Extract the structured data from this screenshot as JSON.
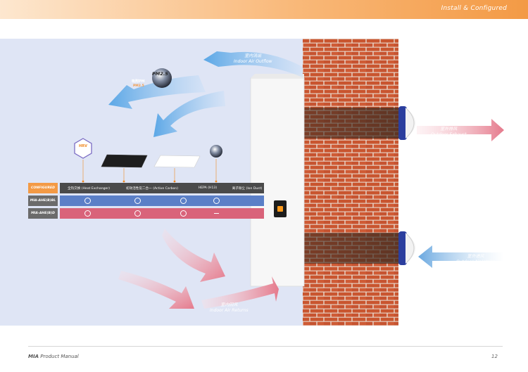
{
  "header": {
    "section_title": "Install & Configured"
  },
  "diagram": {
    "pm_badge": "PM2.5",
    "pm_arrow_cn": "吸附PM",
    "pm_arrow_en": "PM2.5",
    "indoor_outflow": {
      "cn": "室内流出",
      "en": "Indoor Air Outflow"
    },
    "outdoor_exhaust": {
      "cn": "室外排风",
      "en": "Outdoor Exhaust"
    },
    "outdoor_intake": {
      "cn": "室外进风",
      "en": "Outdoor Air Intake"
    },
    "indoor_return": {
      "cn": "室内回风",
      "en": "Indoor Air Returns"
    },
    "hrv_badge": "HRV"
  },
  "config_table": {
    "header_label": "CONFIGURED",
    "columns": [
      "全热交换 (Heat Exchanger)",
      "初效活性炭二合一 (Active Carbon)",
      "HEPA (H13)",
      "离子除尘 (Ion Dust)"
    ],
    "rows": [
      {
        "model": "MIA-AHE(B)BL",
        "marks": [
          "circle",
          "circle",
          "circle",
          "circle"
        ]
      },
      {
        "model": "MIA-AHE(B)D",
        "marks": [
          "circle",
          "circle",
          "circle",
          "dash"
        ]
      }
    ]
  },
  "footer": {
    "brand": "MIA",
    "title": "Product Manual",
    "page_number": "12"
  },
  "colors": {
    "header_orange": "#f39a45",
    "table_header": "#4a4a4a",
    "row_blue": "#5b7fc7",
    "row_red": "#d9637a",
    "brick": "#c9552f",
    "indoor_bg": "#dfe5f5"
  }
}
